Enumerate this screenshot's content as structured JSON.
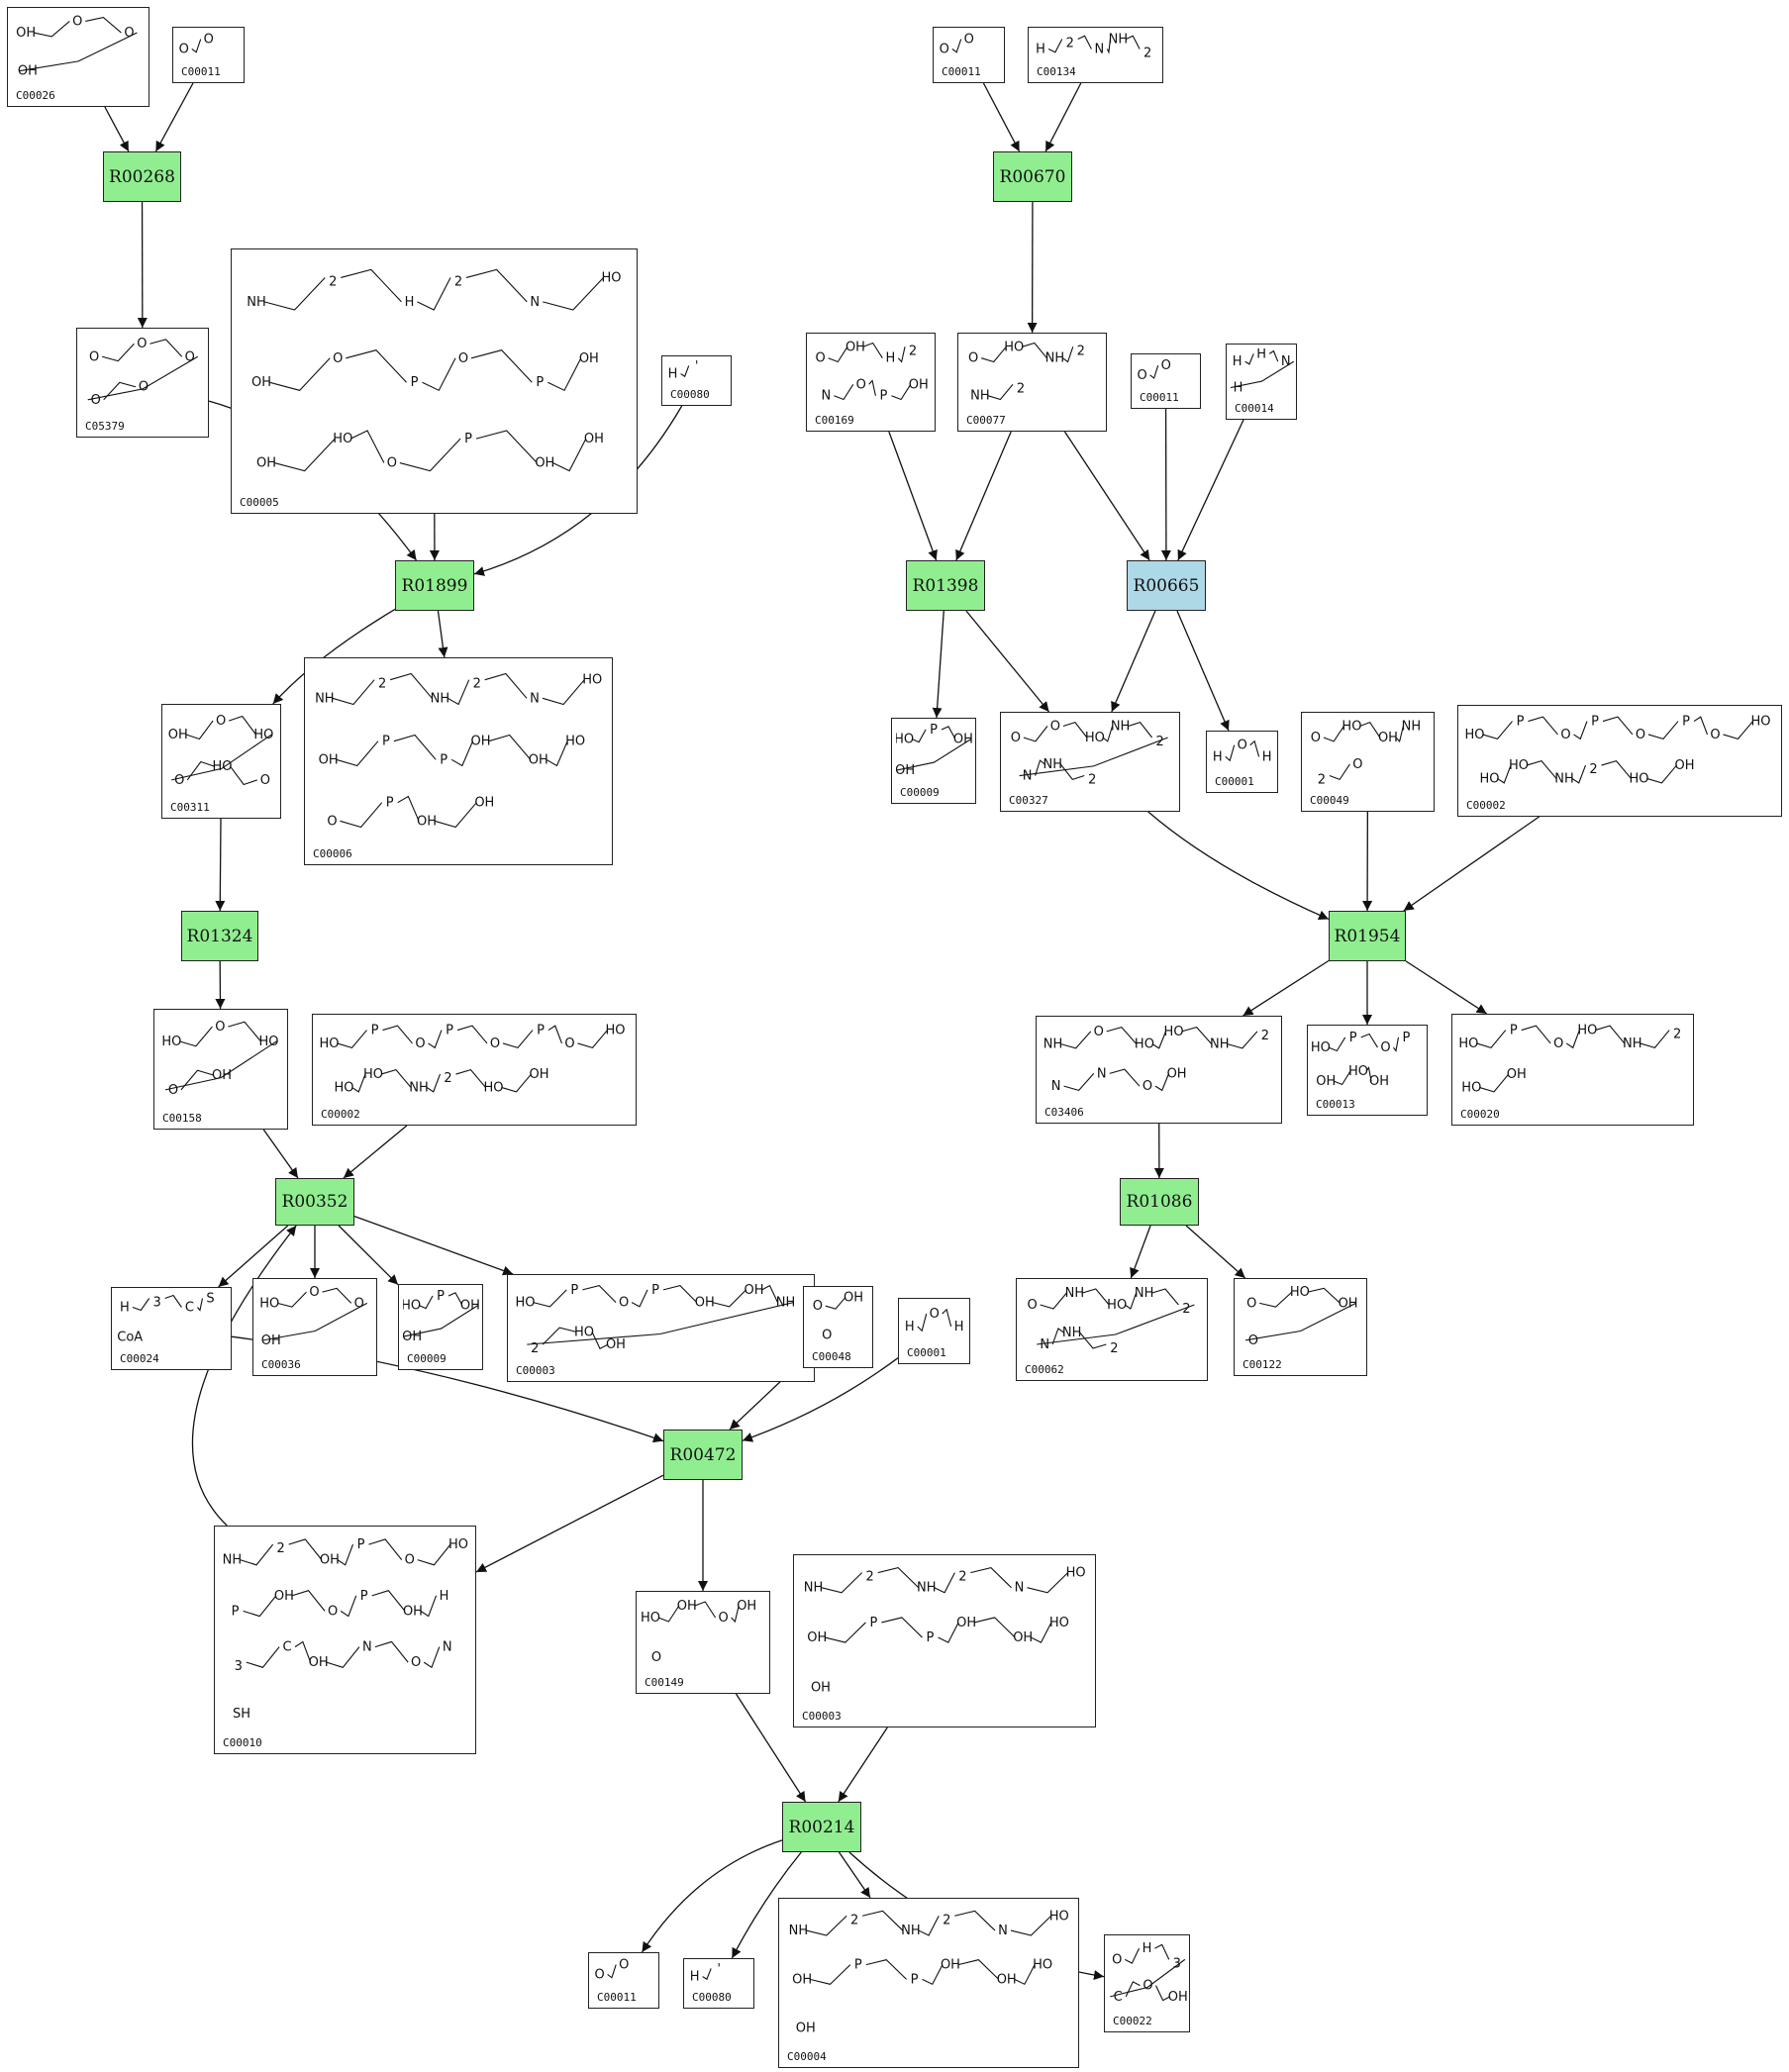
{
  "colors": {
    "reaction_default": "#90ee90",
    "reaction_highlight": "#add8e6",
    "border": "#222222",
    "edge": "#111111"
  },
  "reactions": [
    {
      "id": "R00268",
      "highlight": false
    },
    {
      "id": "R01899",
      "highlight": false
    },
    {
      "id": "R01324",
      "highlight": false
    },
    {
      "id": "R00352",
      "highlight": false
    },
    {
      "id": "R00472",
      "highlight": false
    },
    {
      "id": "R00214",
      "highlight": false
    },
    {
      "id": "R00670",
      "highlight": false
    },
    {
      "id": "R01398",
      "highlight": false
    },
    {
      "id": "R00665",
      "highlight": true
    },
    {
      "id": "R01954",
      "highlight": false
    },
    {
      "id": "R01086",
      "highlight": false
    }
  ],
  "compounds": [
    {
      "key": "a_C00026",
      "id": "C00026",
      "labels": [
        "OH",
        "O",
        "O",
        "OH"
      ]
    },
    {
      "key": "a_C00011",
      "id": "C00011",
      "labels": [
        "O",
        "O"
      ]
    },
    {
      "key": "a_C05379",
      "id": "C05379",
      "labels": [
        "O",
        "O",
        "O",
        "O",
        "O"
      ]
    },
    {
      "key": "a_C00005",
      "id": "C00005",
      "labels": [
        "NH",
        "2",
        "H",
        "2",
        "N",
        "HO",
        "OH",
        "O",
        "P",
        "O",
        "P",
        "OH",
        "OH",
        "HO",
        "O",
        "P",
        "OH",
        "OH"
      ]
    },
    {
      "key": "a_C00080",
      "id": "C00080",
      "labels": [
        "H",
        "+"
      ]
    },
    {
      "key": "a_C00311",
      "id": "C00311",
      "labels": [
        "OH",
        "O",
        "HO",
        "O",
        "HO",
        "O"
      ]
    },
    {
      "key": "a_C00006",
      "id": "C00006",
      "labels": [
        "NH",
        "2",
        "NH",
        "2",
        "N",
        "HO",
        "OH",
        "P",
        "P",
        "OH",
        "OH",
        "HO",
        "O",
        "P",
        "OH",
        "OH"
      ]
    },
    {
      "key": "a_C00158",
      "id": "C00158",
      "labels": [
        "HO",
        "O",
        "HO",
        "O",
        "OH"
      ]
    },
    {
      "key": "a_C00002",
      "id": "C00002",
      "labels": [
        "HO",
        "P",
        "O",
        "P",
        "O",
        "P",
        "O",
        "HO",
        "HO",
        "HO",
        "NH",
        "2",
        "HO",
        "OH"
      ]
    },
    {
      "key": "a_C00024",
      "id": "C00024",
      "labels": [
        "H",
        "3",
        "C",
        "S",
        "CoA"
      ]
    },
    {
      "key": "a_C00036",
      "id": "C00036",
      "labels": [
        "HO",
        "O",
        "O",
        "OH"
      ]
    },
    {
      "key": "a_C00009",
      "id": "C00009",
      "labels": [
        "HO",
        "P",
        "OH",
        "OH"
      ]
    },
    {
      "key": "a_C00003",
      "id": "C00003",
      "labels": [
        "HO",
        "P",
        "O",
        "P",
        "OH",
        "OH",
        "NH",
        "2",
        "HO",
        "OH"
      ]
    },
    {
      "key": "a_C00048",
      "id": "C00048",
      "labels": [
        "O",
        "OH",
        "O"
      ]
    },
    {
      "key": "a_C00001",
      "id": "C00001",
      "labels": [
        "H",
        "O",
        "H"
      ]
    },
    {
      "key": "a_C00010",
      "id": "C00010",
      "labels": [
        "NH",
        "2",
        "OH",
        "P",
        "O",
        "HO",
        "P",
        "OH",
        "O",
        "P",
        "OH",
        "H",
        "3",
        "C",
        "OH",
        "N",
        "O",
        "N",
        "SH"
      ]
    },
    {
      "key": "a_C00149",
      "id": "C00149",
      "labels": [
        "HO",
        "OH",
        "O",
        "OH",
        "O"
      ]
    },
    {
      "key": "a_C00003b",
      "id": "C00003",
      "labels": [
        "NH",
        "2",
        "NH",
        "2",
        "N",
        "HO",
        "OH",
        "P",
        "P",
        "OH",
        "OH",
        "HO",
        "OH"
      ]
    },
    {
      "key": "a_C00011c",
      "id": "C00011",
      "labels": [
        "O",
        "O"
      ]
    },
    {
      "key": "a_C00080b",
      "id": "C00080",
      "labels": [
        "H",
        "+"
      ]
    },
    {
      "key": "a_C00004",
      "id": "C00004",
      "labels": [
        "NH",
        "2",
        "NH",
        "2",
        "N",
        "HO",
        "OH",
        "P",
        "P",
        "OH",
        "OH",
        "HO",
        "OH"
      ]
    },
    {
      "key": "a_C00022",
      "id": "C00022",
      "labels": [
        "O",
        "H",
        "3",
        "C",
        "O",
        "OH"
      ]
    },
    {
      "key": "b_C00011",
      "id": "C00011",
      "labels": [
        "O",
        "O"
      ]
    },
    {
      "key": "b_C00134",
      "id": "C00134",
      "labels": [
        "H",
        "2",
        "N",
        "NH",
        "2"
      ]
    },
    {
      "key": "b_C00169",
      "id": "C00169",
      "labels": [
        "O",
        "OH",
        "H",
        "2",
        "N",
        "O",
        "P",
        "OH"
      ]
    },
    {
      "key": "b_C00077",
      "id": "C00077",
      "labels": [
        "O",
        "HO",
        "NH",
        "2",
        "NH",
        "2"
      ]
    },
    {
      "key": "b_C00011b",
      "id": "C00011",
      "labels": [
        "O",
        "O"
      ]
    },
    {
      "key": "b_C00014",
      "id": "C00014",
      "labels": [
        "H",
        "H",
        "N",
        "H"
      ]
    },
    {
      "key": "b_C00009",
      "id": "C00009",
      "labels": [
        "HO",
        "P",
        "OH",
        "OH"
      ]
    },
    {
      "key": "b_C00327",
      "id": "C00327",
      "labels": [
        "O",
        "O",
        "HO",
        "NH",
        "2",
        "N",
        "NH",
        "2"
      ]
    },
    {
      "key": "b_C00001",
      "id": "C00001",
      "labels": [
        "H",
        "O",
        "H"
      ]
    },
    {
      "key": "b_C00049",
      "id": "C00049",
      "labels": [
        "O",
        "HO",
        "OH",
        "NH",
        "2",
        "O"
      ]
    },
    {
      "key": "b_C00002",
      "id": "C00002",
      "labels": [
        "HO",
        "P",
        "O",
        "P",
        "O",
        "P",
        "O",
        "HO",
        "HO",
        "HO",
        "NH",
        "2",
        "HO",
        "OH"
      ]
    },
    {
      "key": "b_C03406",
      "id": "C03406",
      "labels": [
        "NH",
        "O",
        "HO",
        "HO",
        "NH",
        "2",
        "N",
        "N",
        "O",
        "OH"
      ]
    },
    {
      "key": "b_C00013",
      "id": "C00013",
      "labels": [
        "HO",
        "P",
        "O",
        "P",
        "OH",
        "HO",
        "OH"
      ]
    },
    {
      "key": "b_C00020",
      "id": "C00020",
      "labels": [
        "HO",
        "P",
        "O",
        "HO",
        "NH",
        "2",
        "HO",
        "OH"
      ]
    },
    {
      "key": "b_C00062",
      "id": "C00062",
      "labels": [
        "O",
        "NH",
        "HO",
        "NH",
        "2",
        "N",
        "NH",
        "2"
      ]
    },
    {
      "key": "b_C00122",
      "id": "C00122",
      "labels": [
        "O",
        "HO",
        "OH",
        "O"
      ]
    }
  ]
}
